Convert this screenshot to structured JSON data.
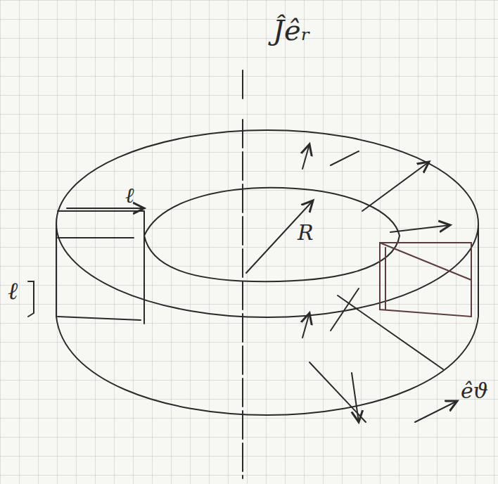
{
  "diagram": {
    "labels": [
      "Ĵêᵣ",
      "ℓ",
      "ℓ",
      "R",
      "êϑ"
    ]
  }
}
